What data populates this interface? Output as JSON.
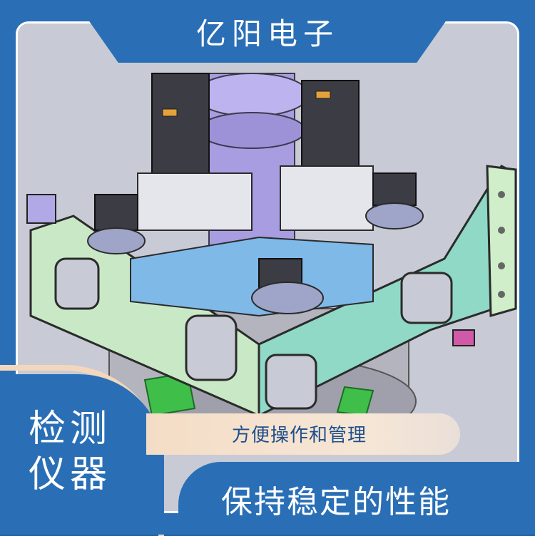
{
  "banner": {
    "company_name": "亿阳电子"
  },
  "labels": {
    "category_line1": "检测",
    "category_line2": "仪器",
    "feature_1": "方便操作和管理",
    "feature_2": "保持稳定的性能"
  },
  "colors": {
    "primary_blue": "#2a6fb6",
    "accent_peach": "#f4ddc6",
    "machine_green": "#a8dfb8",
    "machine_purple": "#b8a9df",
    "machine_teal": "#7fd0c8"
  }
}
